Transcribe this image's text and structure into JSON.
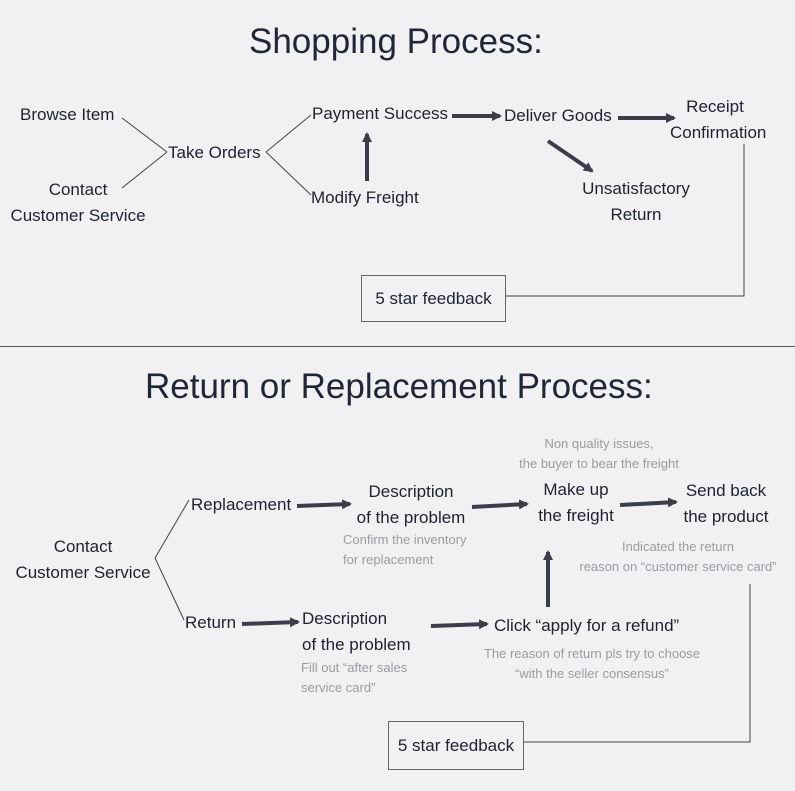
{
  "shopping": {
    "title": "Shopping Process:",
    "browse_item": "Browse Item",
    "contact_cs": "Contact\nCustomer Service",
    "take_orders": "Take Orders",
    "payment_success": "Payment Success",
    "modify_freight": "Modify Freight",
    "deliver_goods": "Deliver Goods",
    "receipt_confirmation": "Receipt\nConfirmation",
    "unsatisfactory_return": "Unsatisfactory\nReturn",
    "feedback": "5 star feedback"
  },
  "returns": {
    "title": "Return or Replacement Process:",
    "contact_cs": "Contact\nCustomer Service",
    "replacement": "Replacement",
    "return": "Return",
    "desc_problem_top": "Description\nof the problem",
    "desc_problem_bottom": "Description\nof the problem",
    "confirm_inventory_note": "Confirm the inventory\nfor replacement",
    "after_sales_note": "Fill out “after sales\nservice card”",
    "make_up_freight": "Make up\nthe freight",
    "non_quality_note": "Non quality issues,\nthe buyer to bear the freight",
    "click_refund": "Click “apply for a refund”",
    "reason_note": "The reason of return pls try to choose\n“with the seller consensus”",
    "send_back": "Send back\nthe product",
    "indicated_note": "Indicated the return\nreason on “customer service card”",
    "feedback": "5 star feedback"
  }
}
